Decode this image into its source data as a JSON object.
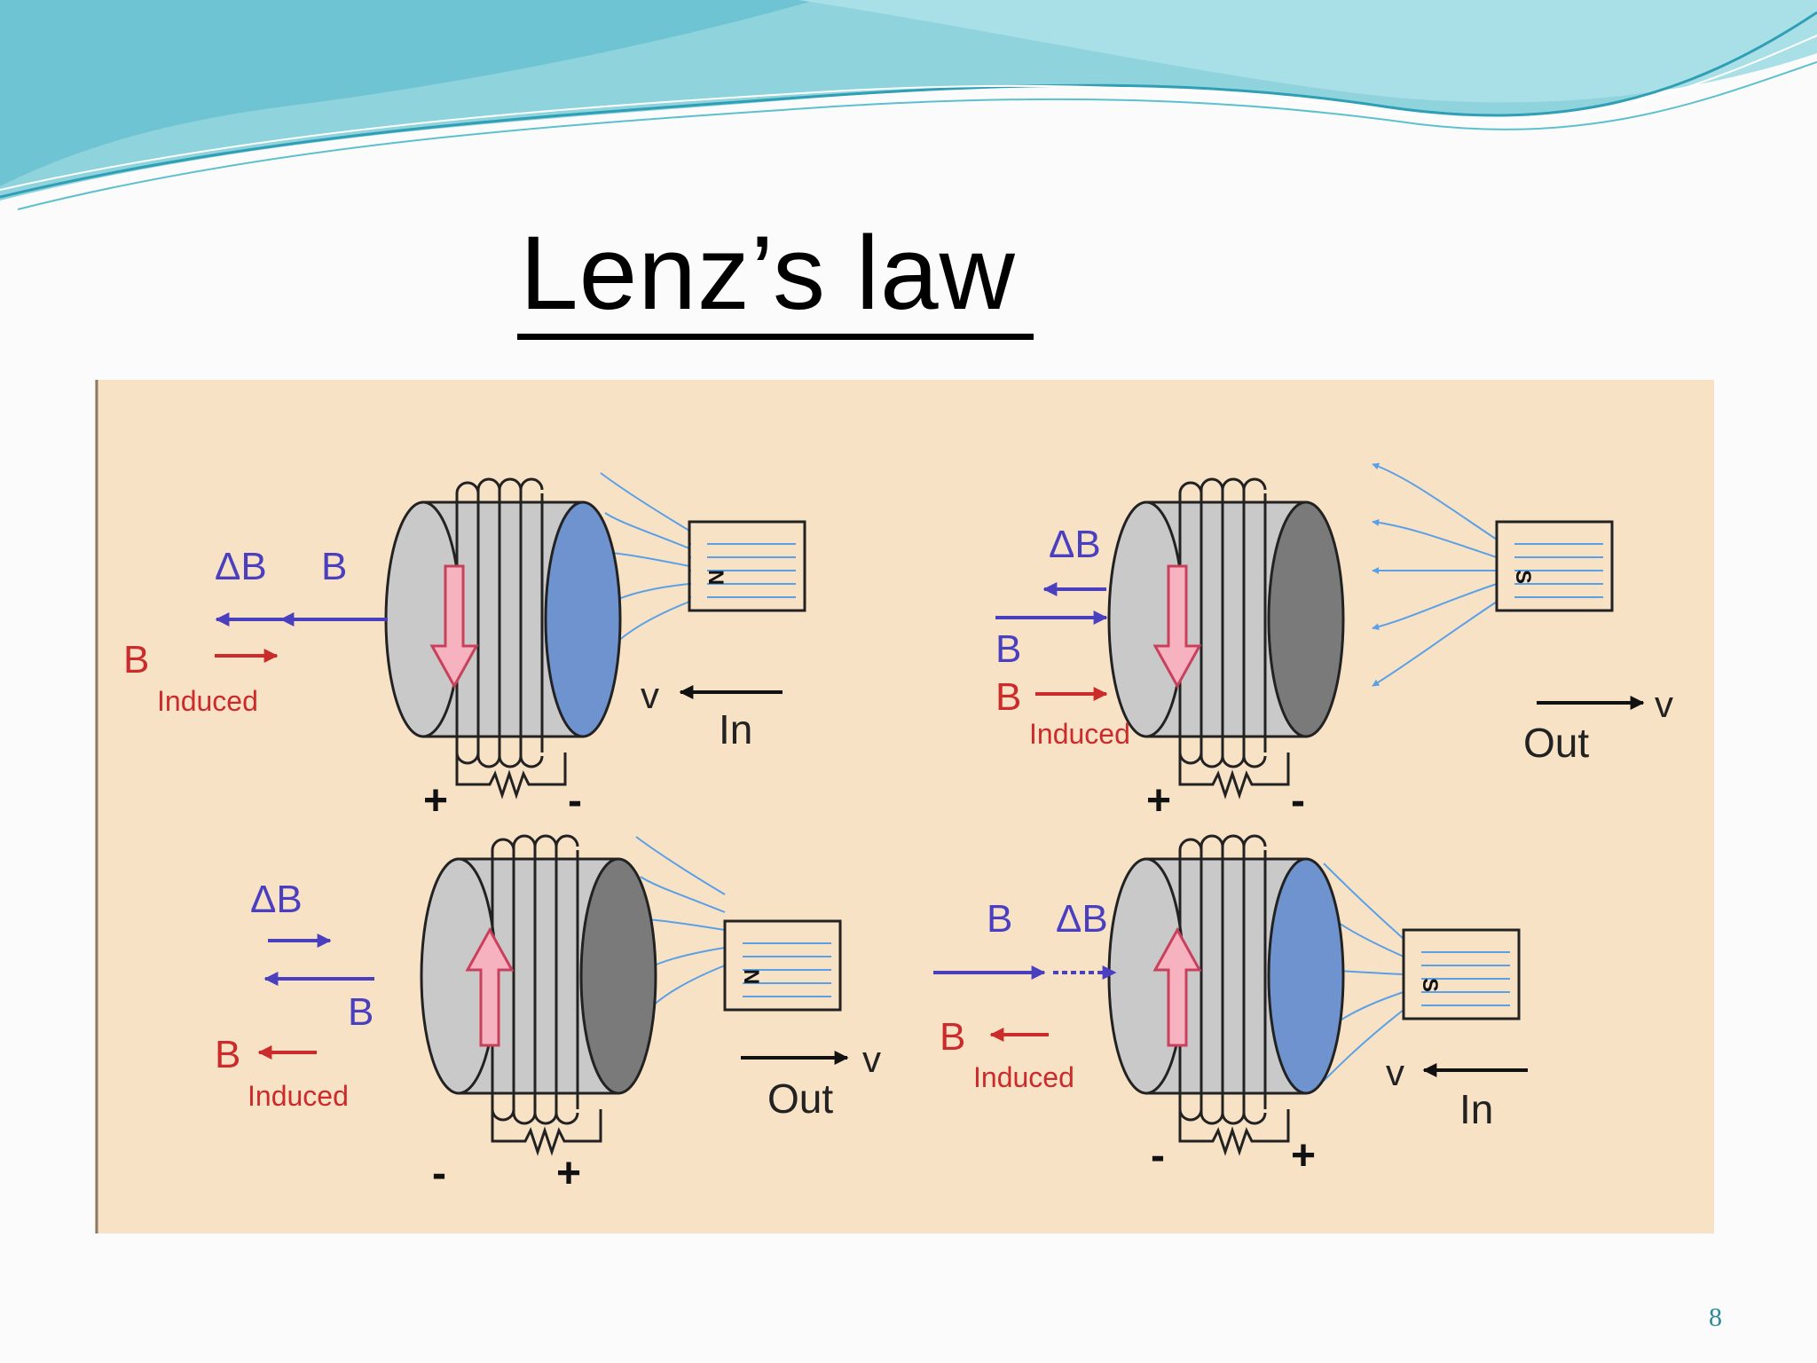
{
  "slide": {
    "title": "Lenz’s law",
    "page_number": "8"
  },
  "diagrams": [
    {
      "delta_b": "ΔB",
      "b": "B",
      "b_main": "B",
      "b_sub": "Induced",
      "v": "v",
      "motion": "In",
      "pole": "N",
      "left_sign": "+",
      "right_sign": "-"
    },
    {
      "delta_b": "ΔB",
      "b": "B",
      "b_main": "B",
      "b_sub": "Induced",
      "v": "v",
      "motion": "Out",
      "pole": "S",
      "left_sign": "+",
      "right_sign": "-"
    },
    {
      "delta_b": "ΔB",
      "b": "B",
      "b_main": "B",
      "b_sub": "Induced",
      "v": "v",
      "motion": "Out",
      "pole": "N",
      "left_sign": "-",
      "right_sign": "+"
    },
    {
      "delta_b": "ΔB",
      "b": "B",
      "b_main": "B",
      "b_sub": "Induced",
      "v": "v",
      "motion": "In",
      "pole": "S",
      "left_sign": "-",
      "right_sign": "+"
    }
  ],
  "colors": {
    "panel_bg": "#f8e2c6",
    "b_field": "#4a3fbf",
    "induced": "#cc2b2b",
    "field_lines": "#5aa0e6",
    "coil_body": "#cfcfcf",
    "page_number": "#2a8b9c"
  }
}
